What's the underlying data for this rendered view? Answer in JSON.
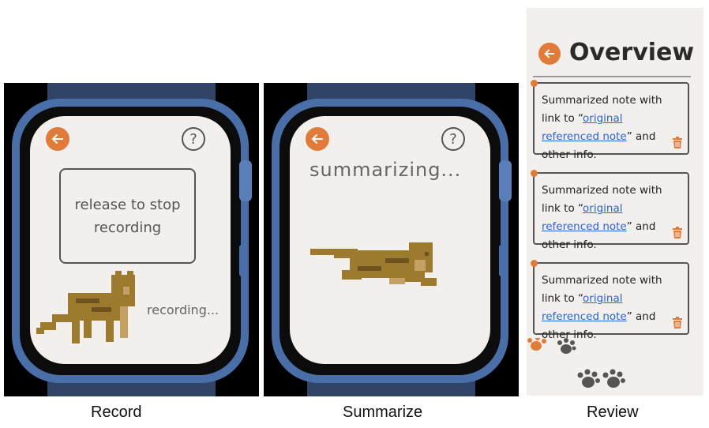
{
  "panels": {
    "record": {
      "caption": "Record",
      "release_text_line1": "release to stop",
      "release_text_line2": "recording",
      "status_text": "recording...",
      "back_icon": "arrow-left-icon",
      "help_label": "?"
    },
    "summarize": {
      "caption": "Summarize",
      "status_text": "summarizing...",
      "back_icon": "arrow-left-icon",
      "help_label": "?"
    },
    "review": {
      "caption": "Review",
      "title": "Overview",
      "notes": [
        {
          "text_before": "Summarized note with link to “",
          "link_text": "original referenced note",
          "text_after": "” and other info."
        },
        {
          "text_before": "Summarized note with link to “",
          "link_text": "original referenced note",
          "text_after": "” and other info."
        },
        {
          "text_before": "Summarized note with link to “",
          "link_text": "original referenced note",
          "text_after": "” and other info."
        }
      ]
    }
  },
  "colors": {
    "accent": "#e07b39",
    "screen_bg": "#f2efec",
    "watch_case": "#4a6fa8",
    "strap": "#2f4466",
    "link": "#2a63d6",
    "cat": "#9c7a2e"
  }
}
